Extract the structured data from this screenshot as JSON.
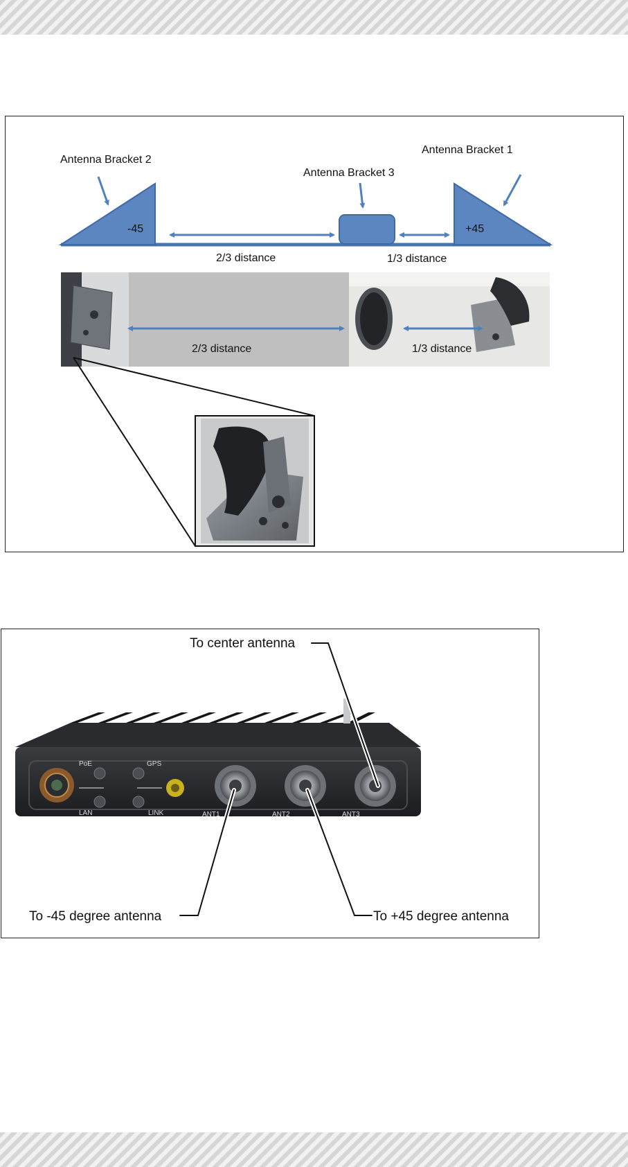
{
  "header_band": {
    "pattern": "diagonal-stripes",
    "color": "#d6d6d6"
  },
  "footer_band": {
    "pattern": "diagonal-stripes",
    "color": "#d6d6d6"
  },
  "figure1": {
    "labels": {
      "bracket2": "Antenna Bracket 2",
      "bracket3": "Antenna Bracket 3",
      "bracket1": "Antenna Bracket 1",
      "angle_left": "-45",
      "angle_right": "+45",
      "dist_two_thirds": "2/3 distance",
      "dist_one_third": "1/3 distance",
      "photo_two_thirds": "2/3 distance",
      "photo_one_third": "1/3 distance"
    },
    "colors": {
      "bracket_fill": "#5b86c0",
      "arrow": "#4f81bd"
    }
  },
  "figure2": {
    "callouts": {
      "center": "To center antenna",
      "minus45": "To -45 degree antenna",
      "plus45": "To +45 degree antenna"
    },
    "device_labels": {
      "poe": "PoE",
      "lan": "LAN",
      "gps": "GPS",
      "link": "LINK",
      "ant1": "ANT1",
      "ant2": "ANT2",
      "ant3": "ANT3"
    }
  }
}
